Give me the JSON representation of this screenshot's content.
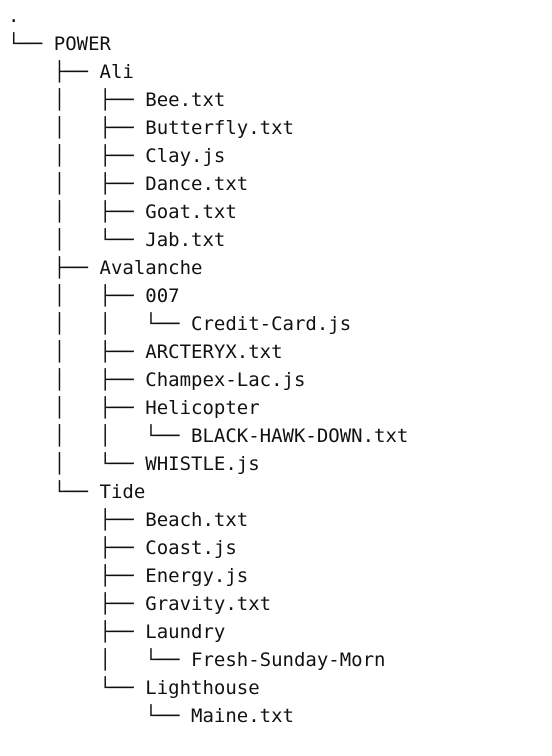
{
  "tree": {
    "lines": [
      {
        "prefix": "",
        "name": "."
      },
      {
        "prefix": "└── ",
        "name": "POWER"
      },
      {
        "prefix": "    ├── ",
        "name": "Ali"
      },
      {
        "prefix": "    │   ├── ",
        "name": "Bee.txt"
      },
      {
        "prefix": "    │   ├── ",
        "name": "Butterfly.txt"
      },
      {
        "prefix": "    │   ├── ",
        "name": "Clay.js"
      },
      {
        "prefix": "    │   ├── ",
        "name": "Dance.txt"
      },
      {
        "prefix": "    │   ├── ",
        "name": "Goat.txt"
      },
      {
        "prefix": "    │   └── ",
        "name": "Jab.txt"
      },
      {
        "prefix": "    ├── ",
        "name": "Avalanche"
      },
      {
        "prefix": "    │   ├── ",
        "name": "007"
      },
      {
        "prefix": "    │   │   └── ",
        "name": "Credit-Card.js"
      },
      {
        "prefix": "    │   ├── ",
        "name": "ARCTERYX.txt"
      },
      {
        "prefix": "    │   ├── ",
        "name": "Champex-Lac.js"
      },
      {
        "prefix": "    │   ├── ",
        "name": "Helicopter"
      },
      {
        "prefix": "    │   │   └── ",
        "name": "BLACK-HAWK-DOWN.txt"
      },
      {
        "prefix": "    │   └── ",
        "name": "WHISTLE.js"
      },
      {
        "prefix": "    └── ",
        "name": "Tide"
      },
      {
        "prefix": "        ├── ",
        "name": "Beach.txt"
      },
      {
        "prefix": "        ├── ",
        "name": "Coast.js"
      },
      {
        "prefix": "        ├── ",
        "name": "Energy.js"
      },
      {
        "prefix": "        ├── ",
        "name": "Gravity.txt"
      },
      {
        "prefix": "        ├── ",
        "name": "Laundry"
      },
      {
        "prefix": "        │   └── ",
        "name": "Fresh-Sunday-Morn"
      },
      {
        "prefix": "        └── ",
        "name": "Lighthouse"
      },
      {
        "prefix": "            └── ",
        "name": "Maine.txt"
      }
    ]
  }
}
